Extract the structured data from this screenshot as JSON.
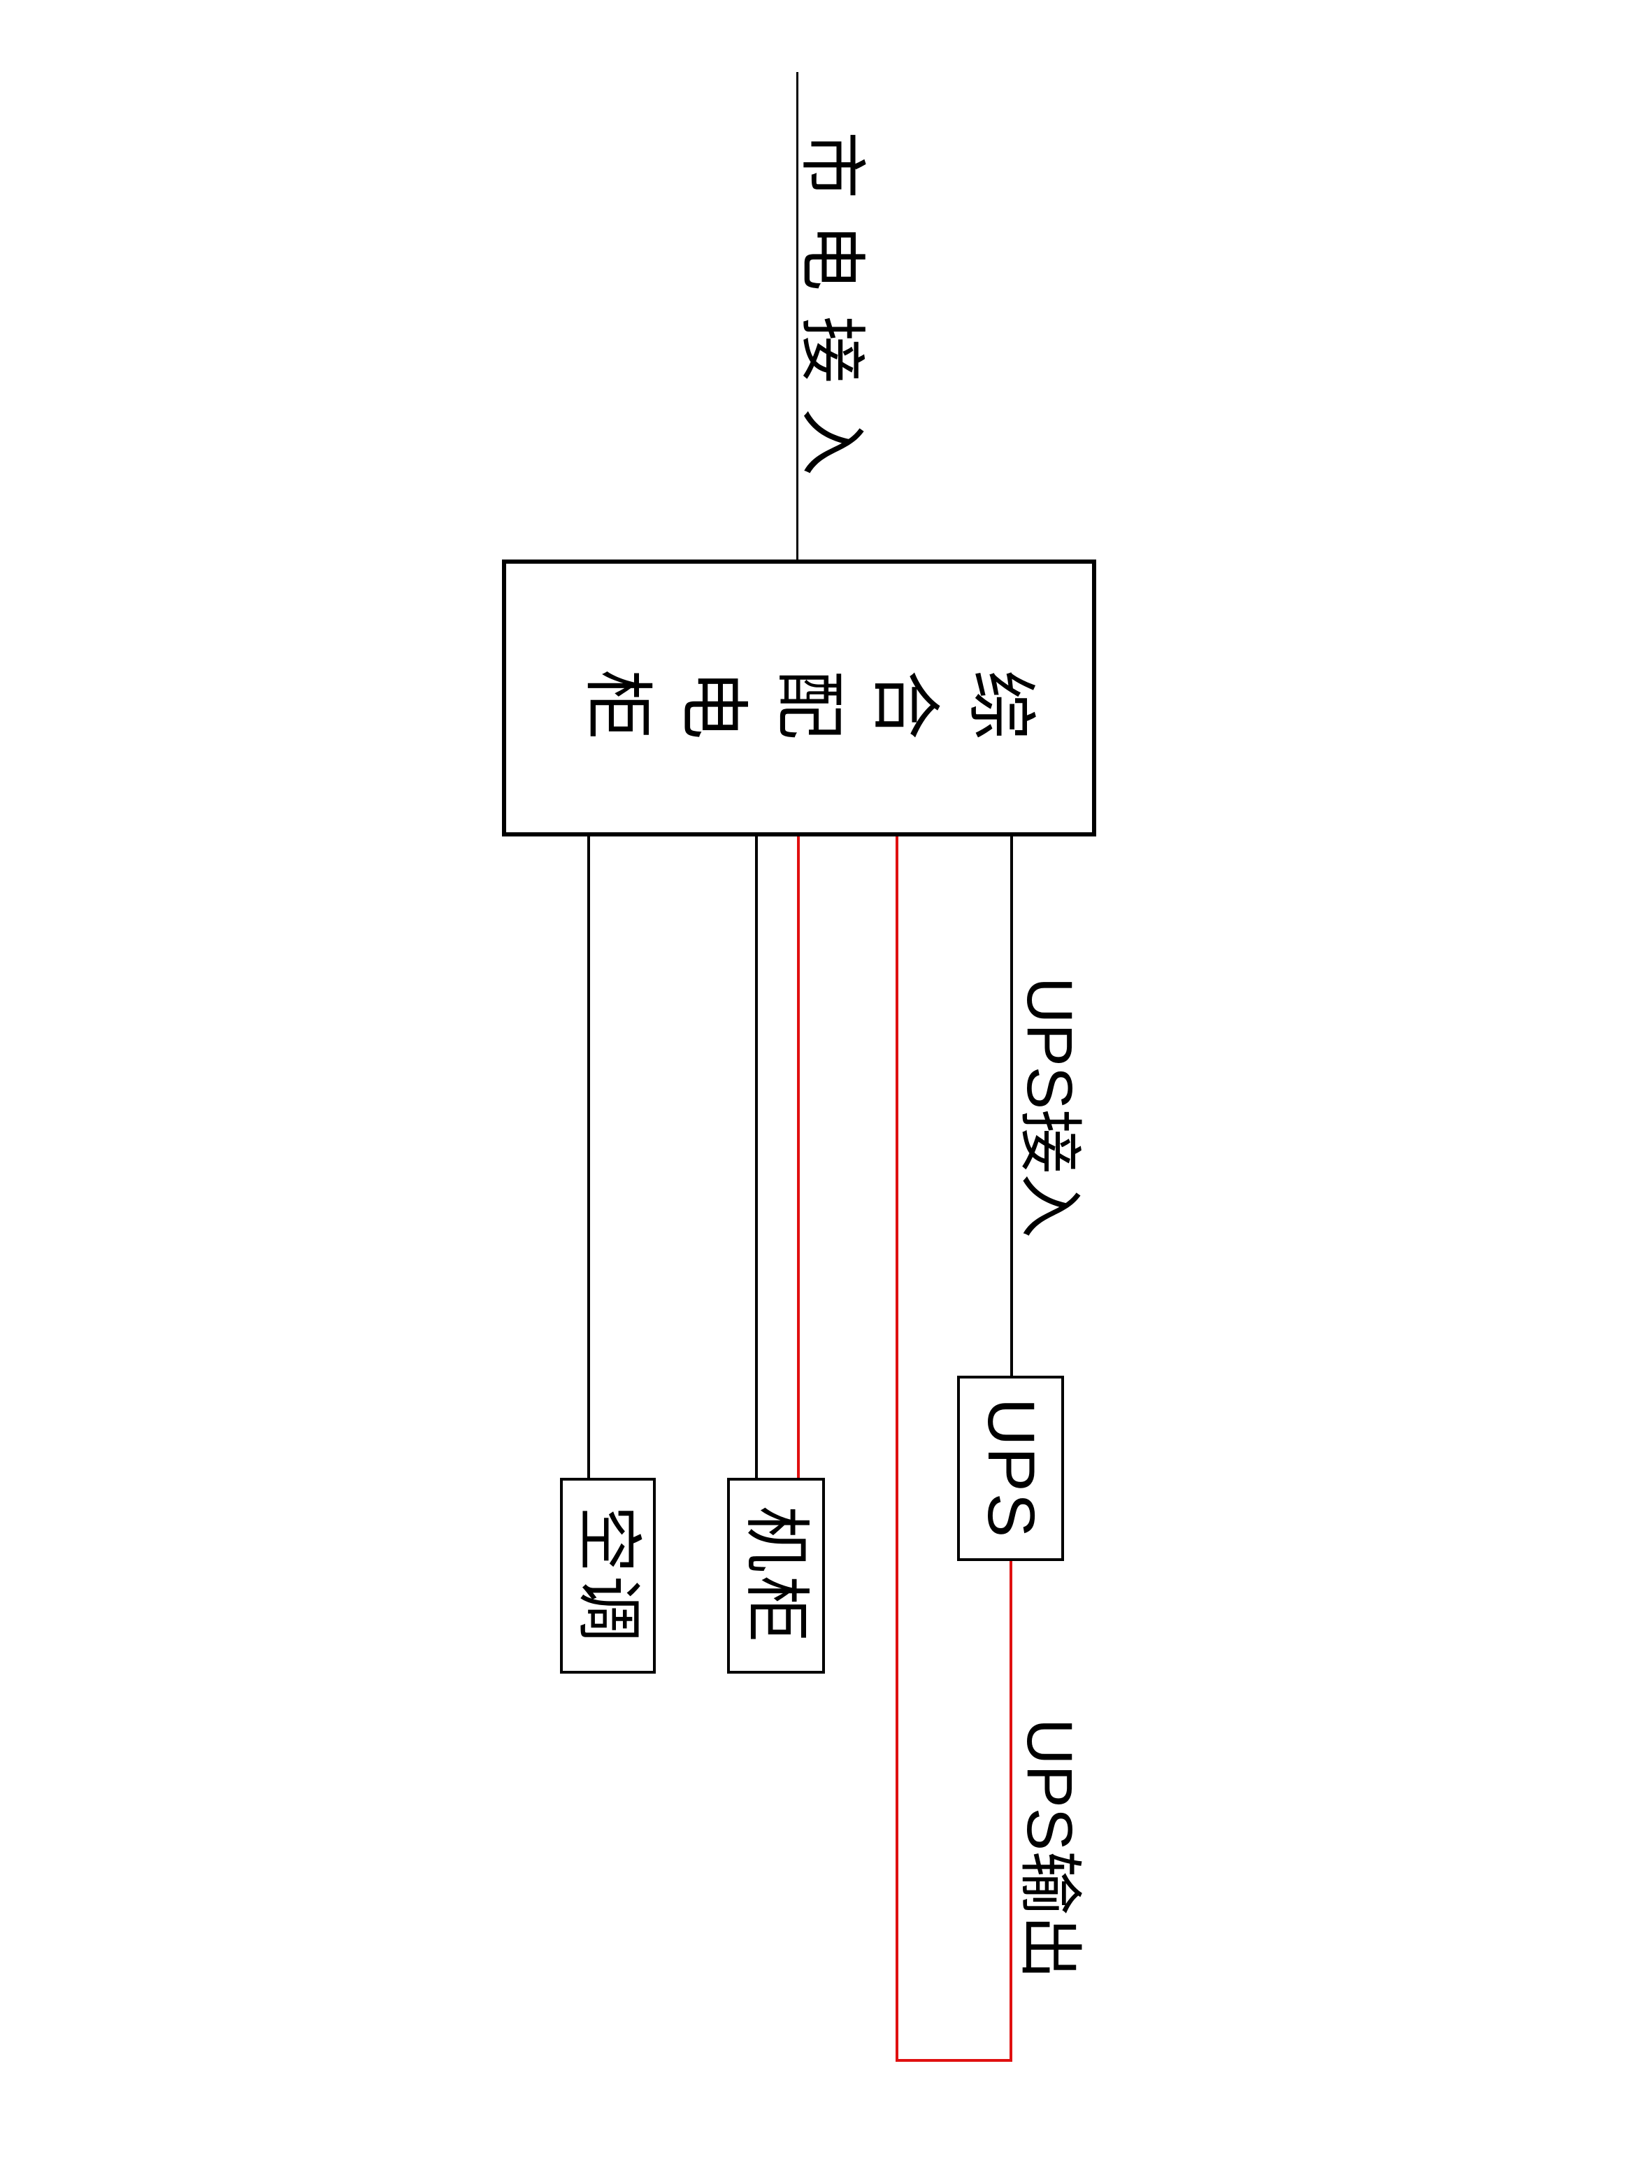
{
  "diagram": {
    "source": {
      "label": "市电接入"
    },
    "cabinet": {
      "label": "综合配电柜"
    },
    "loads": {
      "ac": {
        "label": "空调"
      },
      "rack": {
        "label": "机柜"
      },
      "ups": {
        "label": "UPS"
      }
    },
    "annotations": {
      "ups_input": {
        "label": "UPS接入"
      },
      "ups_output": {
        "label": "UPS输出"
      }
    },
    "colors": {
      "line_black": "#000000",
      "line_red": "#e01010",
      "background": "#ffffff"
    }
  }
}
